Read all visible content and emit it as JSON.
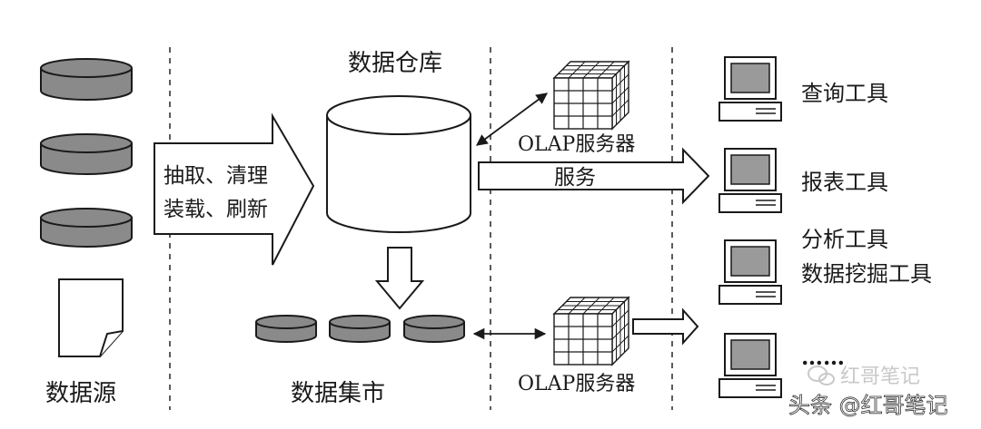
{
  "source_label": "数据源",
  "warehouse_label": "数据仓库",
  "etl_line1": "抽取、清理",
  "etl_line2": "装载、刷新",
  "datamart_label": "数据集市",
  "olap_top_label": "OLAP服务器",
  "olap_bottom_label": "OLAP服务器",
  "service_label": "服务",
  "tools": {
    "query": "查询工具",
    "report": "报表工具",
    "analysis": "分析工具",
    "mining": "数据挖掘工具",
    "more": "……"
  },
  "watermark": {
    "faint": "红哥笔记",
    "main": "头条 @红哥笔记"
  },
  "colors": {
    "disk_fill": "#8a8a8a",
    "line": "#1a1a1a",
    "monitor_screen": "#9a9a9a"
  }
}
